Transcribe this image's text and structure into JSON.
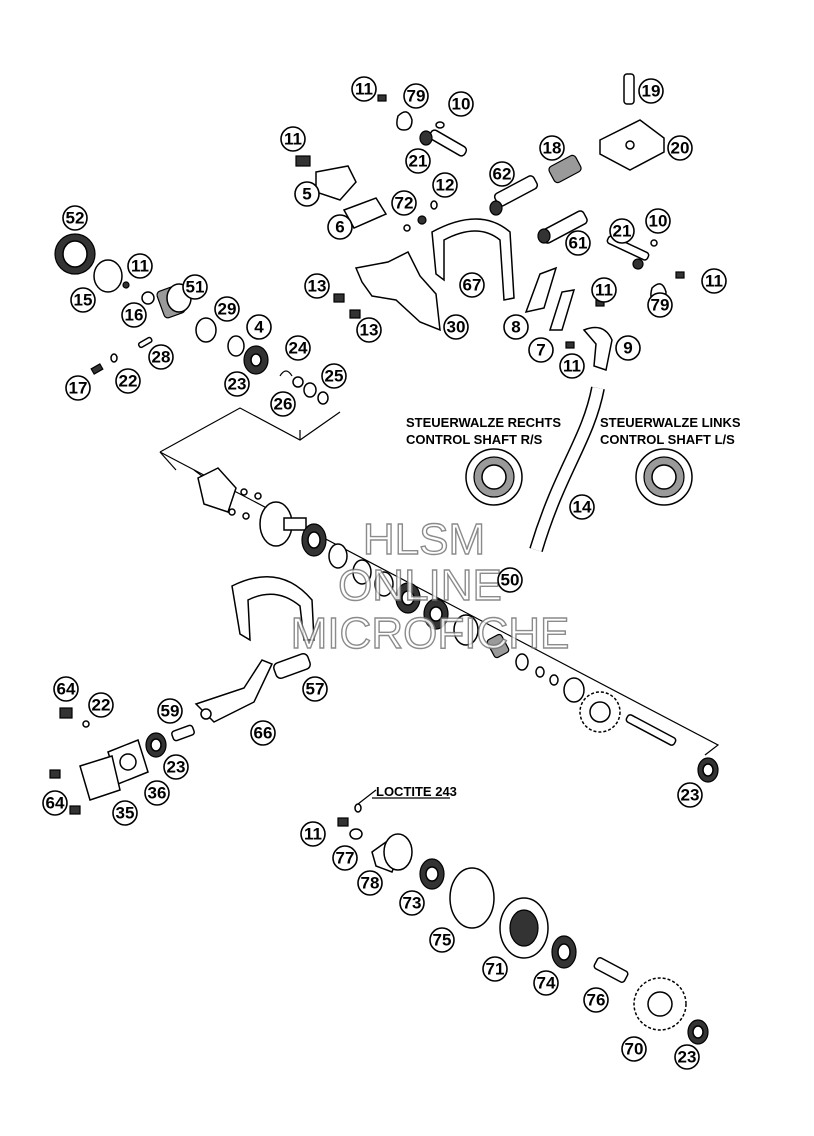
{
  "labels": {
    "control_right_de": "STEUERWALZE RECHTS",
    "control_right_en": "CONTROL SHAFT R/S",
    "control_left_de": "STEUERWALZE LINKS",
    "control_left_en": "CONTROL SHAFT L/S",
    "loctite": "LOCTITE 243"
  },
  "watermark": {
    "line1": "HLSM",
    "line2": "ONLINE",
    "line3": "MICROFICHE"
  },
  "callouts": [
    {
      "id": "c11a",
      "num": "11"
    },
    {
      "id": "c79a",
      "num": "79"
    },
    {
      "id": "c10a",
      "num": "10"
    },
    {
      "id": "c19",
      "num": "19"
    },
    {
      "id": "c20",
      "num": "20"
    },
    {
      "id": "c11b",
      "num": "11"
    },
    {
      "id": "c18",
      "num": "18"
    },
    {
      "id": "c21a",
      "num": "21"
    },
    {
      "id": "c62",
      "num": "62"
    },
    {
      "id": "c5",
      "num": "5"
    },
    {
      "id": "c12",
      "num": "12"
    },
    {
      "id": "c72",
      "num": "72"
    },
    {
      "id": "c6",
      "num": "6"
    },
    {
      "id": "c10b",
      "num": "10"
    },
    {
      "id": "c21b",
      "num": "21"
    },
    {
      "id": "c61",
      "num": "61"
    },
    {
      "id": "c52",
      "num": "52"
    },
    {
      "id": "c11c",
      "num": "11"
    },
    {
      "id": "c11d",
      "num": "11"
    },
    {
      "id": "c13a",
      "num": "13"
    },
    {
      "id": "c67",
      "num": "67"
    },
    {
      "id": "c79b",
      "num": "79"
    },
    {
      "id": "c51",
      "num": "51"
    },
    {
      "id": "c15",
      "num": "15"
    },
    {
      "id": "c16",
      "num": "16"
    },
    {
      "id": "c29",
      "num": "29"
    },
    {
      "id": "c11e",
      "num": "11"
    },
    {
      "id": "c13b",
      "num": "13"
    },
    {
      "id": "c30",
      "num": "30"
    },
    {
      "id": "c8",
      "num": "8"
    },
    {
      "id": "c4",
      "num": "4"
    },
    {
      "id": "c7",
      "num": "7"
    },
    {
      "id": "c9",
      "num": "9"
    },
    {
      "id": "c28",
      "num": "28"
    },
    {
      "id": "c24",
      "num": "24"
    },
    {
      "id": "c11f",
      "num": "11"
    },
    {
      "id": "c17",
      "num": "17"
    },
    {
      "id": "c22a",
      "num": "22"
    },
    {
      "id": "c23a",
      "num": "23"
    },
    {
      "id": "c25",
      "num": "25"
    },
    {
      "id": "c26",
      "num": "26"
    },
    {
      "id": "c14",
      "num": "14"
    },
    {
      "id": "c50",
      "num": "50"
    },
    {
      "id": "c57",
      "num": "57"
    },
    {
      "id": "c64a",
      "num": "64"
    },
    {
      "id": "c22b",
      "num": "22"
    },
    {
      "id": "c59",
      "num": "59"
    },
    {
      "id": "c66",
      "num": "66"
    },
    {
      "id": "c23b",
      "num": "23"
    },
    {
      "id": "c36",
      "num": "36"
    },
    {
      "id": "c64b",
      "num": "64"
    },
    {
      "id": "c35",
      "num": "35"
    },
    {
      "id": "c23c",
      "num": "23"
    },
    {
      "id": "c11g",
      "num": "11"
    },
    {
      "id": "c77",
      "num": "77"
    },
    {
      "id": "c78",
      "num": "78"
    },
    {
      "id": "c73",
      "num": "73"
    },
    {
      "id": "c75",
      "num": "75"
    },
    {
      "id": "c71",
      "num": "71"
    },
    {
      "id": "c74",
      "num": "74"
    },
    {
      "id": "c76",
      "num": "76"
    },
    {
      "id": "c70",
      "num": "70"
    },
    {
      "id": "c23d",
      "num": "23"
    }
  ]
}
